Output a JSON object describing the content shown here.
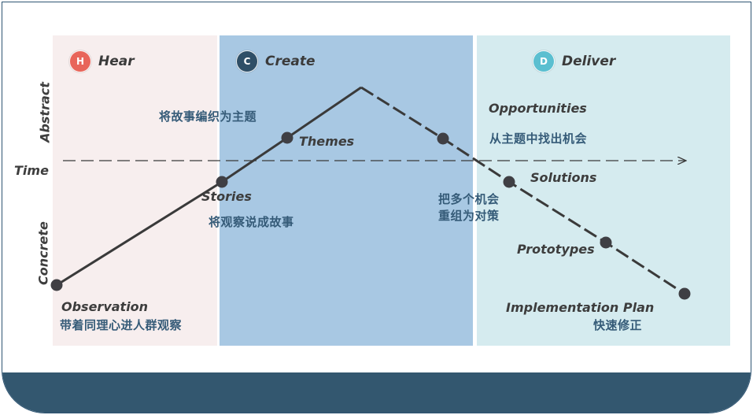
{
  "colors": {
    "hear_badge": "#e8655a",
    "create_badge": "#2f4f67",
    "deliver_badge": "#5bbfd0",
    "line": "#3a3a3a",
    "cn_text": "#355b78"
  },
  "phases": [
    {
      "letter": "H",
      "name": "Hear"
    },
    {
      "letter": "C",
      "name": "Create"
    },
    {
      "letter": "D",
      "name": "Deliver"
    }
  ],
  "axis": {
    "time": "Time",
    "abstract": "Abstract",
    "concrete": "Concrete"
  },
  "stages": [
    {
      "en": "Observation",
      "cn": "带着同理心进人群观察"
    },
    {
      "en": "Stories",
      "cn": "将观察说成故事"
    },
    {
      "en": "Themes",
      "cn": "将故事编织为主题"
    },
    {
      "en": "Opportunities",
      "cn": "从主题中找出机会"
    },
    {
      "en": "Solutions",
      "cn_line1": "把多个机会",
      "cn_line2": "重组为对策"
    },
    {
      "en": "Prototypes"
    },
    {
      "en": "Implementation Plan",
      "cn": "快速修正"
    }
  ]
}
